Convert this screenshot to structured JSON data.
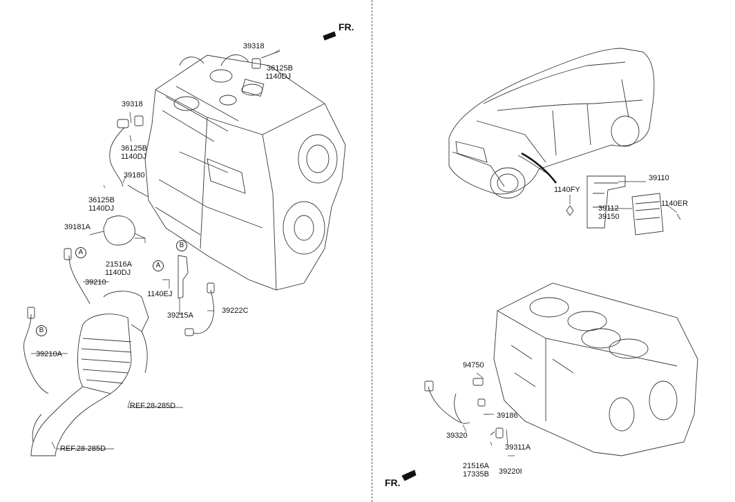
{
  "front_labels": {
    "top": "FR.",
    "bottom": "FR."
  },
  "parts": {
    "p39318_top": "39318",
    "p36125B_top": "36125B",
    "p1140DJ_top": "1140DJ",
    "p39318_mid": "39318",
    "p36125B_mid": "36125B",
    "p1140DJ_mid": "1140DJ",
    "p39180": "39180",
    "p36125B_low": "36125B",
    "p1140DJ_low": "1140DJ",
    "p39181A": "39181A",
    "p21516A": "21516A",
    "p1140DJ_b": "1140DJ",
    "p39210": "39210",
    "p39210A": "39210A",
    "p1140EJ": "1140EJ",
    "p39215A": "39215A",
    "p39222C": "39222C",
    "ref1": "REF.28-285D",
    "ref2": "REF.28-285D",
    "p39110": "39110",
    "p1140FY": "1140FY",
    "p39112": "39112",
    "p39150": "39150",
    "p1140ER": "1140ER",
    "p94750": "94750",
    "p39186": "39186",
    "p39320": "39320",
    "p39311A": "39311A",
    "p21516A_b": "21516A",
    "p17335B": "17335B",
    "p39220I": "39220I"
  },
  "callouts": {
    "a1": "A",
    "a2": "A",
    "b1": "B",
    "b2": "B"
  }
}
